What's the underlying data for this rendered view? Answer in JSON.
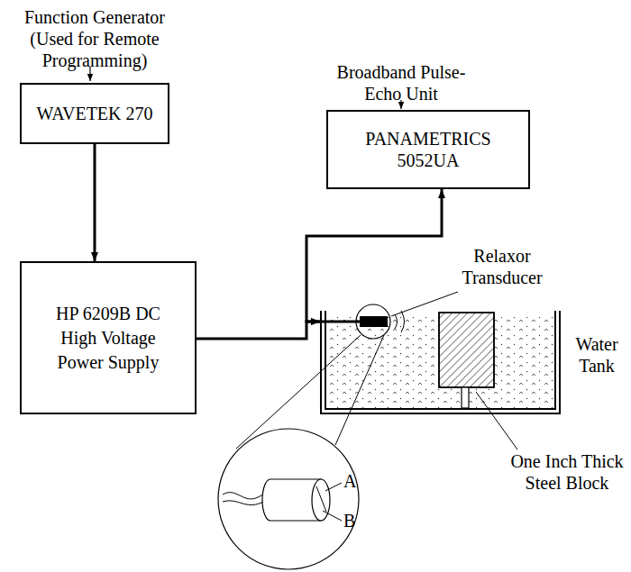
{
  "diagram": {
    "nodes": [
      {
        "text": [
          "Function Generator (Used for Remote Programming)",
          "WAVETEK 270"
        ]
      },
      {
        "text": [
          "Broadband Pulse-Echo Unit",
          "PANAMETRICS 5052UA"
        ]
      },
      {
        "text": [
          "HP 6209B DC High Voltage Power Supply"
        ]
      },
      {
        "text": [
          "Water Tank"
        ]
      }
    ],
    "edges": [
      {
        "from": 0,
        "to": 2,
        "arrow": "to"
      },
      {
        "from": 2,
        "to": 3,
        "arrow": "to"
      },
      {
        "from": 1,
        "to": 3,
        "arrow": "both"
      }
    ],
    "labels": [
      "Relaxor Transducer",
      "One Inch Thick Steel Block",
      "A",
      "B"
    ]
  }
}
